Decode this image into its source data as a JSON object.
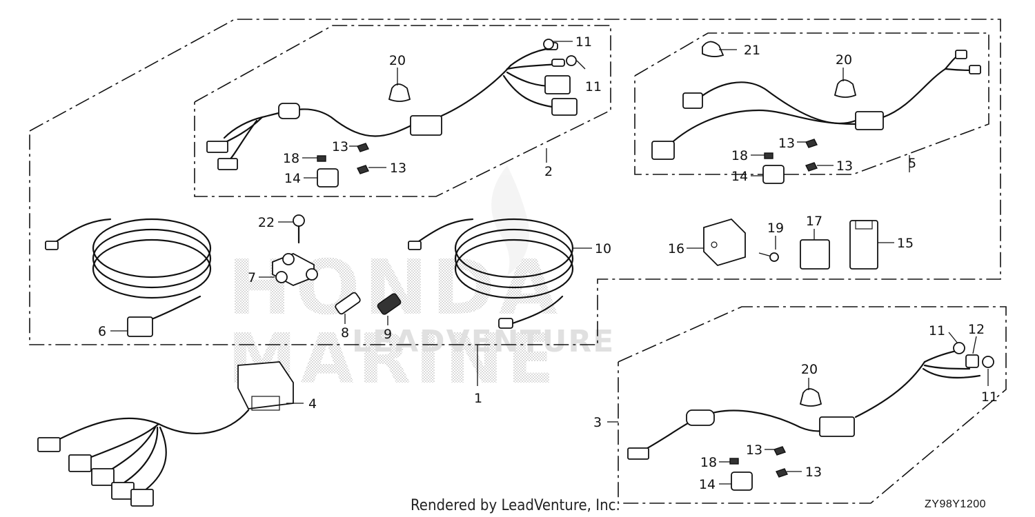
{
  "footer": {
    "rendered_by": "Rendered by LeadVenture, Inc.",
    "diagram_code": "ZY98Y1200"
  },
  "watermark": {
    "brand_line1": "HONDA",
    "brand_line2": "MARINE",
    "sub": "LEADVENTURE",
    "color": "#9a9a9a"
  },
  "callouts": {
    "c1": "1",
    "c2": "2",
    "c3": "3",
    "c4": "4",
    "c5": "5",
    "c6": "6",
    "c7": "7",
    "c8": "8",
    "c9": "9",
    "c10": "10",
    "c11a": "11",
    "c11b": "11",
    "c11c": "11",
    "c11d": "11",
    "c12": "12",
    "c13a": "13",
    "c13b": "13",
    "c13c": "13",
    "c13d": "13",
    "c13e": "13",
    "c13f": "13",
    "c14a": "14",
    "c14b": "14",
    "c14c": "14",
    "c15": "15",
    "c16": "16",
    "c17": "17",
    "c18a": "18",
    "c18b": "18",
    "c18c": "18",
    "c19": "19",
    "c20a": "20",
    "c20b": "20",
    "c20c": "20",
    "c21": "21",
    "c22": "22"
  },
  "colors": {
    "line": "#111111",
    "background": "#ffffff"
  }
}
